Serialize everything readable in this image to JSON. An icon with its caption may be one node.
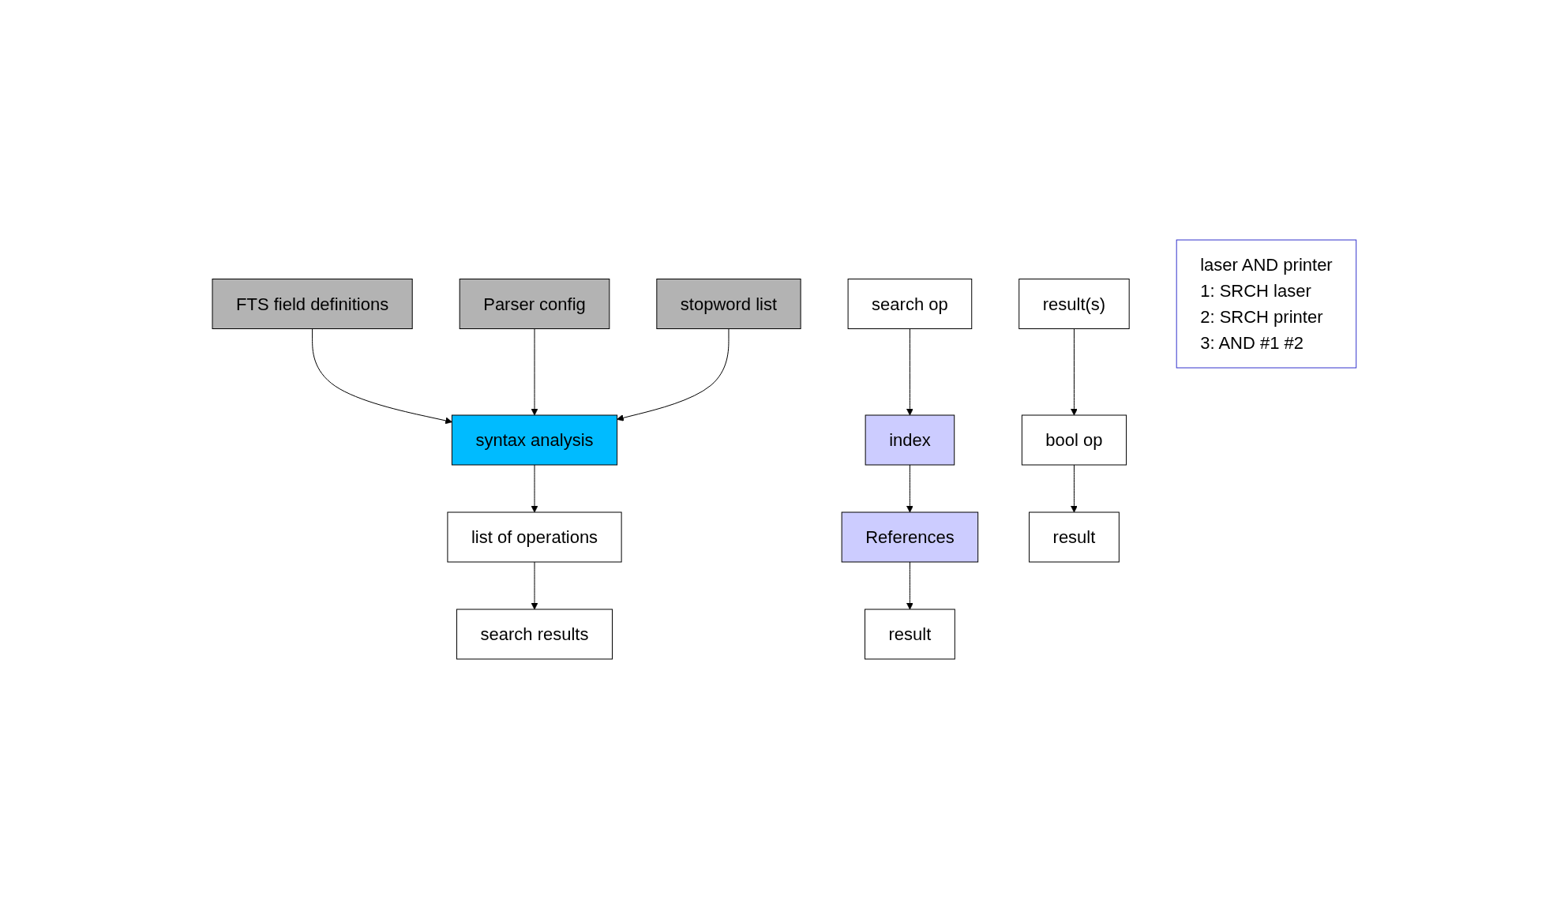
{
  "diagram": {
    "nodes": [
      {
        "text": [
          "FTS field definitions"
        ]
      },
      {
        "text": [
          "Parser config"
        ]
      },
      {
        "text": [
          "stopword list"
        ]
      },
      {
        "text": [
          "syntax analysis"
        ]
      },
      {
        "text": [
          "list of operations"
        ]
      },
      {
        "text": [
          "search results"
        ]
      },
      {
        "text": [
          "search op"
        ]
      },
      {
        "text": [
          "index"
        ]
      },
      {
        "text": [
          "References"
        ]
      },
      {
        "text": [
          "result"
        ]
      },
      {
        "text": [
          "bool op"
        ]
      },
      {
        "text": [
          "result(s)"
        ]
      },
      {
        "text": [
          "result"
        ]
      },
      {
        "text": [
          "laser AND printer",
          "1: SRCH laser",
          "2: SRCH printer",
          "3: AND #1 #2"
        ]
      }
    ],
    "edges": [
      {
        "from": 0,
        "to": 3,
        "arrow": "to"
      },
      {
        "from": 1,
        "to": 3,
        "arrow": "to"
      },
      {
        "from": 2,
        "to": 3,
        "arrow": "to"
      },
      {
        "from": 3,
        "to": 4,
        "arrow": "to"
      },
      {
        "from": 4,
        "to": 5,
        "arrow": "to"
      },
      {
        "from": 6,
        "to": 7,
        "arrow": "to"
      },
      {
        "from": 7,
        "to": 8,
        "arrow": "to"
      },
      {
        "from": 8,
        "to": 9,
        "arrow": "to"
      },
      {
        "from": 11,
        "to": 10,
        "arrow": "to"
      },
      {
        "from": 10,
        "to": 12,
        "arrow": "to"
      }
    ]
  }
}
